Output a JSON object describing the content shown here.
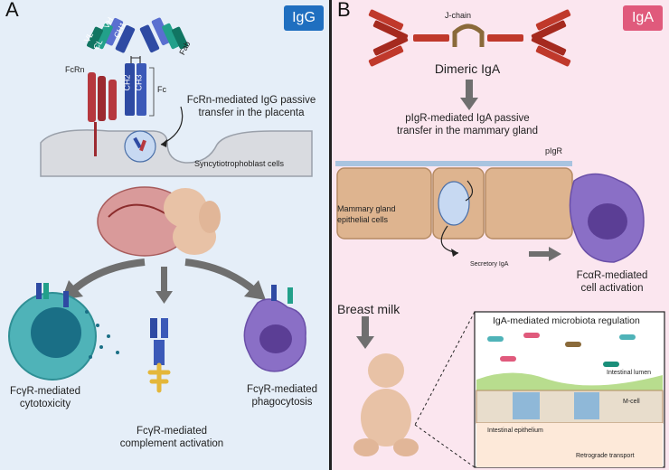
{
  "panel_a": {
    "letter": "A",
    "badge": "IgG",
    "ab_labels": {
      "vh": "VH",
      "ch1": "CH1",
      "vl": "VL",
      "cl": "CL",
      "ch2": "CH2",
      "ch3": "CH3",
      "fab": "Fab",
      "fc": "Fc"
    },
    "fcrn_label": "FcRn",
    "transfer_line1": "FcRn-mediated IgG passive",
    "transfer_line2": "transfer in the placenta",
    "syncytio_label": "Syncytiotrophoblast cells",
    "cytotox_line1": "FcγR-mediated",
    "cytotox_line2": "cytotoxicity",
    "complement_line1": "FcγR-mediated",
    "complement_line2": "complement activation",
    "phago_line1": "FcγR-mediated",
    "phago_line2": "phagocytosis"
  },
  "panel_b": {
    "letter": "B",
    "badge": "IgA",
    "jchain_label": "J-chain",
    "dimeric_label": "Dimeric IgA",
    "pigr_transfer_line1": "pIgR-mediated IgA passive",
    "pigr_transfer_line2": "transfer in the mammary gland",
    "pigr_label": "pIgR",
    "mammary_line1": "Mammary gland",
    "mammary_line2": "epithelial cells",
    "secretory_label": "Secretory IgA",
    "fcar_line1": "FcαR-mediated",
    "fcar_line2": "cell activation",
    "breast_milk": "Breast milk",
    "microbiota_title": "IgA-mediated microbiota regulation",
    "lumen_label": "Intestinal lumen",
    "mcell_label": "M-cell",
    "epithelium_label": "Intestinal epithelium",
    "retrograde_label": "Retrograde transport"
  },
  "colors": {
    "igg_badge": "#1f6fc0",
    "iga_badge": "#e05a7c",
    "antibody_red": "#c0392b",
    "antibody_blue": "#3b4fa8",
    "antibody_teal": "#1a8f7a",
    "cell_purple": "#8a6fc6",
    "cell_teal": "#4fb3b8"
  }
}
